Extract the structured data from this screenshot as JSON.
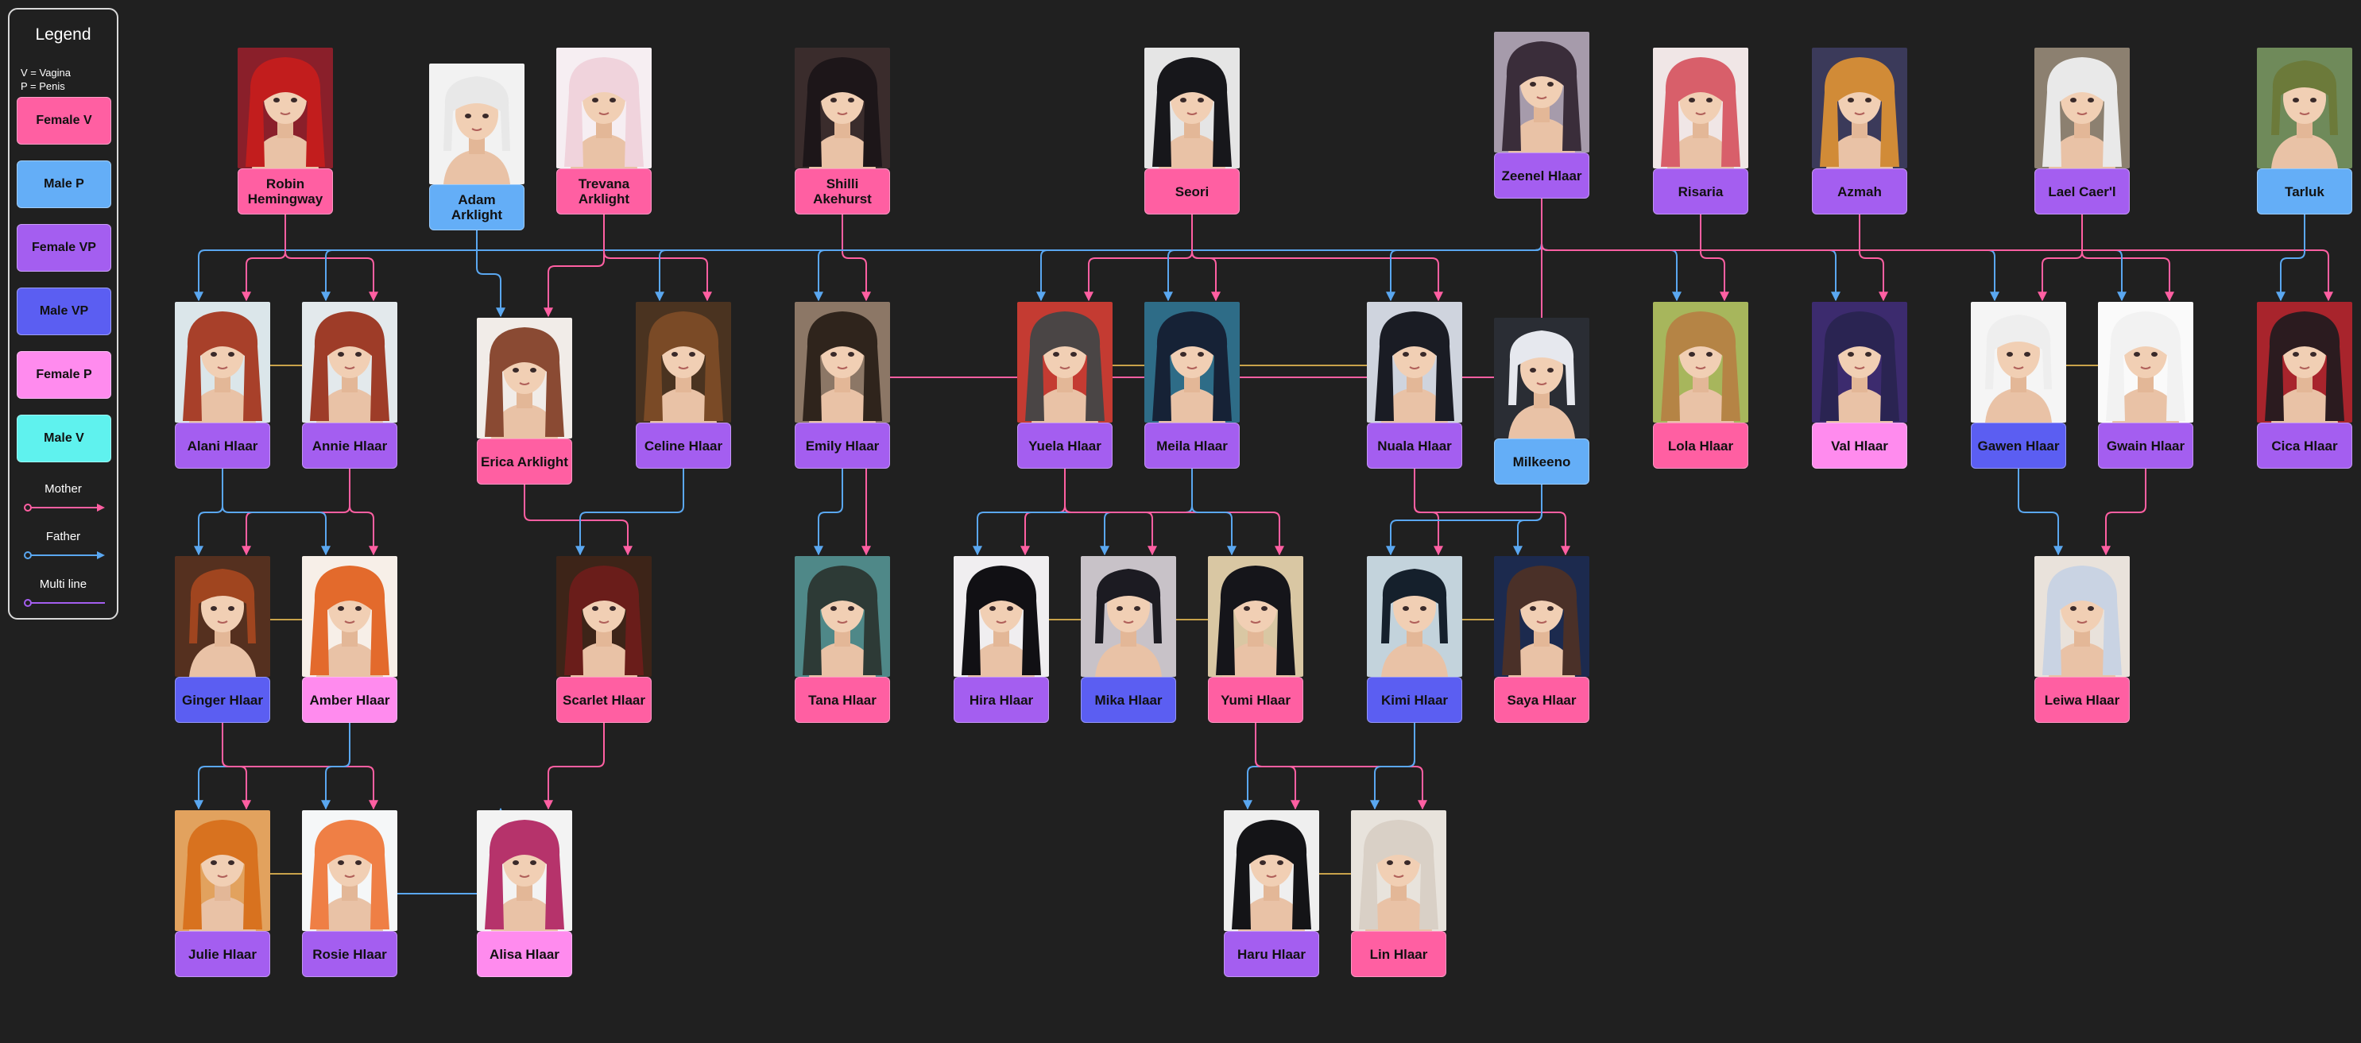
{
  "colors": {
    "female_v": "#ff5fa2",
    "male_p": "#64aef7",
    "female_vp": "#a45ef0",
    "male_vp": "#5b5ef2",
    "female_p": "#ff8bee",
    "male_v": "#5ff2ee",
    "mother_line": "#ff5fa2",
    "father_line": "#5aa7f0",
    "multi_line": "#a45ef0",
    "partner_line": "#c8a24a"
  },
  "legend": {
    "title": "Legend",
    "note_v": "V = Vagina",
    "note_p": "P = Penis",
    "items": [
      {
        "label": "Female V",
        "color": "#ff5fa2"
      },
      {
        "label": "Male P",
        "color": "#64aef7"
      },
      {
        "label": "Female VP",
        "color": "#a45ef0"
      },
      {
        "label": "Male VP",
        "color": "#5b5ef2"
      },
      {
        "label": "Female P",
        "color": "#ff8bee"
      },
      {
        "label": "Male V",
        "color": "#5ff2ee"
      }
    ],
    "lines": [
      {
        "label": "Mother",
        "color": "#ff5fa2"
      },
      {
        "label": "Father",
        "color": "#5aa7f0"
      },
      {
        "label": "Multi line",
        "color": "#a45ef0"
      }
    ]
  },
  "people": [
    {
      "id": "robin",
      "name": "Robin Hemingway",
      "type": "female_v",
      "hair": "#c21d1d",
      "bg": "#8a1f2a"
    },
    {
      "id": "adam",
      "name": "Adam Arklight",
      "type": "male_p",
      "hair": "#e8e8e8",
      "bg": "#f2f2f2"
    },
    {
      "id": "trevana",
      "name": "Trevana Arklight",
      "type": "female_v",
      "hair": "#f0d3dc",
      "bg": "#f6eef2"
    },
    {
      "id": "shilli",
      "name": "Shilli Akehurst",
      "type": "female_v",
      "hair": "#1d1619",
      "bg": "#3a2c2c"
    },
    {
      "id": "seori",
      "name": "Seori",
      "type": "female_v",
      "hair": "#17171b",
      "bg": "#e5e5e5"
    },
    {
      "id": "zeenel",
      "name": "Zeenel Hlaar",
      "type": "female_vp",
      "hair": "#3a2d3a",
      "bg": "#a69bab"
    },
    {
      "id": "risaria",
      "name": "Risaria",
      "type": "female_vp",
      "hair": "#d85f6a",
      "bg": "#f0e6e6"
    },
    {
      "id": "azmah",
      "name": "Azmah",
      "type": "female_vp",
      "hair": "#d18b37",
      "bg": "#3b3a5a"
    },
    {
      "id": "lael",
      "name": "Lael Caer'l",
      "type": "female_vp",
      "hair": "#e9e9e9",
      "bg": "#8c8070"
    },
    {
      "id": "tarluk",
      "name": "Tarluk",
      "type": "male_p",
      "hair": "#6c7a3a",
      "bg": "#6f8a5a"
    },
    {
      "id": "alani",
      "name": "Alani Hlaar",
      "type": "female_vp",
      "hair": "#a8402a",
      "bg": "#dbe6ea"
    },
    {
      "id": "annie",
      "name": "Annie Hlaar",
      "type": "female_vp",
      "hair": "#9e3c28",
      "bg": "#e3e9ec"
    },
    {
      "id": "erica",
      "name": "Erica Arklight",
      "type": "female_v",
      "hair": "#8a4a33",
      "bg": "#f1ece8"
    },
    {
      "id": "celine",
      "name": "Celine Hlaar",
      "type": "female_vp",
      "hair": "#7a4a26",
      "bg": "#4a3320"
    },
    {
      "id": "emily",
      "name": "Emily Hlaar",
      "type": "female_vp",
      "hair": "#2f241c",
      "bg": "#8c7766"
    },
    {
      "id": "yuela",
      "name": "Yuela Hlaar",
      "type": "female_vp",
      "hair": "#4a4545",
      "bg": "#c43b32"
    },
    {
      "id": "meila",
      "name": "Meila Hlaar",
      "type": "female_vp",
      "hair": "#162236",
      "bg": "#2e6c87"
    },
    {
      "id": "nuala",
      "name": "Nuala Hlaar",
      "type": "female_vp",
      "hair": "#1a1c24",
      "bg": "#cfd4de"
    },
    {
      "id": "milkeeno",
      "name": "Milkeeno",
      "type": "male_p",
      "hair": "#e6e8ee",
      "bg": "#2a2d34"
    },
    {
      "id": "lola",
      "name": "Lola Hlaar",
      "type": "female_v",
      "hair": "#b58445",
      "bg": "#a7b65c"
    },
    {
      "id": "val",
      "name": "Val Hlaar",
      "type": "female_p",
      "hair": "#2a2452",
      "bg": "#3c2b6e"
    },
    {
      "id": "gawen",
      "name": "Gawen Hlaar",
      "type": "male_vp",
      "hair": "#eeeeee",
      "bg": "#f5f5f5"
    },
    {
      "id": "gwain",
      "name": "Gwain Hlaar",
      "type": "female_vp",
      "hair": "#f2f2f2",
      "bg": "#fafafa"
    },
    {
      "id": "cica",
      "name": "Cica Hlaar",
      "type": "female_vp",
      "hair": "#2b1b1f",
      "bg": "#a8242c"
    },
    {
      "id": "ginger",
      "name": "Ginger Hlaar",
      "type": "male_vp",
      "hair": "#a0451f",
      "bg": "#55301f"
    },
    {
      "id": "amber",
      "name": "Amber Hlaar",
      "type": "female_p",
      "hair": "#e36a2c",
      "bg": "#f7efe8"
    },
    {
      "id": "scarlet",
      "name": "Scarlet Hlaar",
      "type": "female_v",
      "hair": "#6a1d1a",
      "bg": "#3d2418"
    },
    {
      "id": "tana",
      "name": "Tana Hlaar",
      "type": "female_v",
      "hair": "#2d3a36",
      "bg": "#4f8888"
    },
    {
      "id": "hira",
      "name": "Hira Hlaar",
      "type": "female_vp",
      "hair": "#111014",
      "bg": "#f0eef0"
    },
    {
      "id": "mika",
      "name": "Mika Hlaar",
      "type": "male_vp",
      "hair": "#1c1b22",
      "bg": "#c8c2c8"
    },
    {
      "id": "yumi",
      "name": "Yumi Hlaar",
      "type": "female_v",
      "hair": "#15151a",
      "bg": "#d9c7a3"
    },
    {
      "id": "kimi",
      "name": "Kimi Hlaar",
      "type": "male_vp",
      "hair": "#15202c",
      "bg": "#c3d3dc"
    },
    {
      "id": "saya",
      "name": "Saya Hlaar",
      "type": "female_v",
      "hair": "#4a3028",
      "bg": "#1c2a4e"
    },
    {
      "id": "leiwa",
      "name": "Leiwa Hlaar",
      "type": "female_v",
      "hair": "#c9d3e3",
      "bg": "#e9e2db"
    },
    {
      "id": "julie",
      "name": "Julie Hlaar",
      "type": "female_vp",
      "hair": "#d8721f",
      "bg": "#e2a25e"
    },
    {
      "id": "rosie",
      "name": "Rosie Hlaar",
      "type": "female_vp",
      "hair": "#ef7f45",
      "bg": "#f5f7f8"
    },
    {
      "id": "alisa",
      "name": "Alisa Hlaar",
      "type": "female_p",
      "hair": "#b6336b",
      "bg": "#f3f3f3"
    },
    {
      "id": "haru",
      "name": "Haru Hlaar",
      "type": "female_vp",
      "hair": "#141417",
      "bg": "#efefef"
    },
    {
      "id": "lin",
      "name": "Lin Hlaar",
      "type": "female_v",
      "hair": "#d9d0c6",
      "bg": "#e8e3dc"
    }
  ],
  "families": [
    {
      "id": "f-robin-zeenel",
      "mother": "robin",
      "father": "zeenel",
      "children": [
        "alani",
        "annie"
      ]
    },
    {
      "id": "f-adam-trevana",
      "mother": "trevana",
      "father": "adam",
      "children": [
        "erica"
      ]
    },
    {
      "id": "f-trevana-zeenel",
      "mother": "trevana",
      "father": "zeenel",
      "children": [
        "celine"
      ]
    },
    {
      "id": "f-shilli-zeenel",
      "mother": "shilli",
      "father": "zeenel",
      "children": [
        "emily"
      ]
    },
    {
      "id": "f-seori-zeenel-a",
      "mother": "seori",
      "father": "zeenel",
      "children": [
        "yuela",
        "meila"
      ]
    },
    {
      "id": "f-seori-zeenel-b",
      "mother": "seori",
      "father": "zeenel",
      "children": [
        "nuala"
      ]
    },
    {
      "id": "f-risaria-zeenel",
      "mother": "risaria",
      "father": "zeenel",
      "children": [
        "lola"
      ]
    },
    {
      "id": "f-azmah-zeenel",
      "mother": "azmah",
      "father": "zeenel",
      "children": [
        "val"
      ]
    },
    {
      "id": "f-lael-zeenel",
      "mother": "lael",
      "father": "zeenel",
      "children": [
        "gawen",
        "gwain"
      ]
    },
    {
      "id": "f-zeenel-tarluk",
      "mother": "zeenel",
      "father": "tarluk",
      "children": [
        "cica"
      ]
    },
    {
      "id": "f-alani-annie",
      "mother": "annie",
      "father": "alani",
      "children": [
        "ginger",
        "amber"
      ]
    },
    {
      "id": "f-erica-celine",
      "mother": "erica",
      "father": "celine",
      "children": [
        "scarlet"
      ]
    },
    {
      "id": "f-emily-zeenel",
      "mother": "zeenel",
      "father": "emily",
      "children": [
        "tana"
      ]
    },
    {
      "id": "f-yuela-meila",
      "mother": "yuela",
      "father": "meila",
      "children": [
        "hira",
        "mika",
        "yumi"
      ]
    },
    {
      "id": "f-nuala-milkeeno",
      "mother": "nuala",
      "father": "milkeeno",
      "children": [
        "kimi",
        "saya"
      ]
    },
    {
      "id": "f-gawen-gwain",
      "mother": "gwain",
      "father": "gawen",
      "children": [
        "leiwa"
      ]
    },
    {
      "id": "f-ginger-amber",
      "mother": "ginger",
      "father": "amber",
      "children": [
        "julie",
        "rosie"
      ]
    },
    {
      "id": "f-scarlet-rosie",
      "mother": "scarlet",
      "father": "rosie",
      "children": [
        "alisa"
      ]
    },
    {
      "id": "f-yumi-kimi",
      "mother": "yumi",
      "father": "kimi",
      "children": [
        "haru",
        "lin"
      ]
    }
  ],
  "partners": [
    [
      "alani",
      "annie"
    ],
    [
      "yuela",
      "meila"
    ],
    [
      "meila",
      "nuala"
    ],
    [
      "gawen",
      "gwain"
    ],
    [
      "ginger",
      "amber"
    ],
    [
      "hira",
      "mika"
    ],
    [
      "mika",
      "yumi"
    ],
    [
      "kimi",
      "saya"
    ],
    [
      "julie",
      "rosie"
    ],
    [
      "haru",
      "lin"
    ]
  ]
}
